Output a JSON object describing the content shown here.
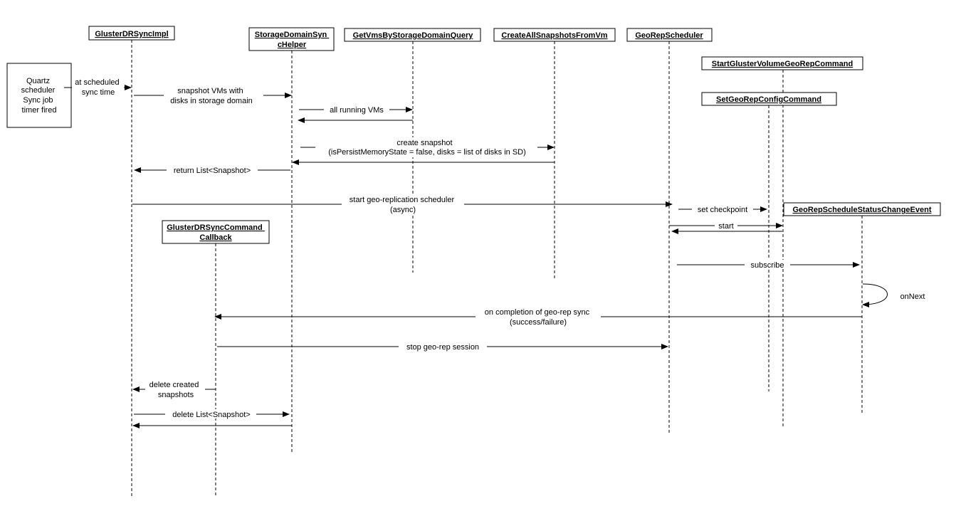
{
  "participants": {
    "quartz": [
      "Quartz",
      "scheduler",
      "Sync job",
      "timer fired"
    ],
    "drsync": [
      "GlusterDRSyncImpl"
    ],
    "sdhelper": [
      "StorageDomainSyn",
      "cHelper"
    ],
    "getvms": [
      "GetVmsByStorageDomainQuery"
    ],
    "createsnap": [
      "CreateAllSnapshotsFromVm"
    ],
    "georepsched": [
      "GeoRepScheduler"
    ],
    "startgeorep": [
      "StartGlusterVolumeGeoRepCommand"
    ],
    "setgeorepcfg": [
      "SetGeoRepConfigCommand"
    ],
    "callback": [
      "GlusterDRSyncCommand",
      "Callback"
    ],
    "statusevent": [
      "GeoRepScheduleStatusChangeEvent"
    ]
  },
  "messages": {
    "m1": [
      "at scheduled",
      "sync time"
    ],
    "m2": [
      "snapshot VMs with",
      "disks in storage domain"
    ],
    "m3": [
      "all running VMs"
    ],
    "m5": [
      "create snapshot",
      "(isPersistMemoryState = false, disks = list of disks in SD)"
    ],
    "m7": [
      "return List<Snapshot>"
    ],
    "m8": [
      "start geo-replication scheduler",
      "(async)"
    ],
    "m9": [
      "set checkpoint"
    ],
    "m10": [
      "start"
    ],
    "m12": [
      "subscribe"
    ],
    "m13": [
      "onNext"
    ],
    "m14": [
      "on completion of geo-rep sync",
      "(success/failure)"
    ],
    "m15": [
      "stop geo-rep session"
    ],
    "m16": [
      "delete created",
      "snapshots"
    ],
    "m17": [
      "delete List<Snapshot>"
    ]
  }
}
